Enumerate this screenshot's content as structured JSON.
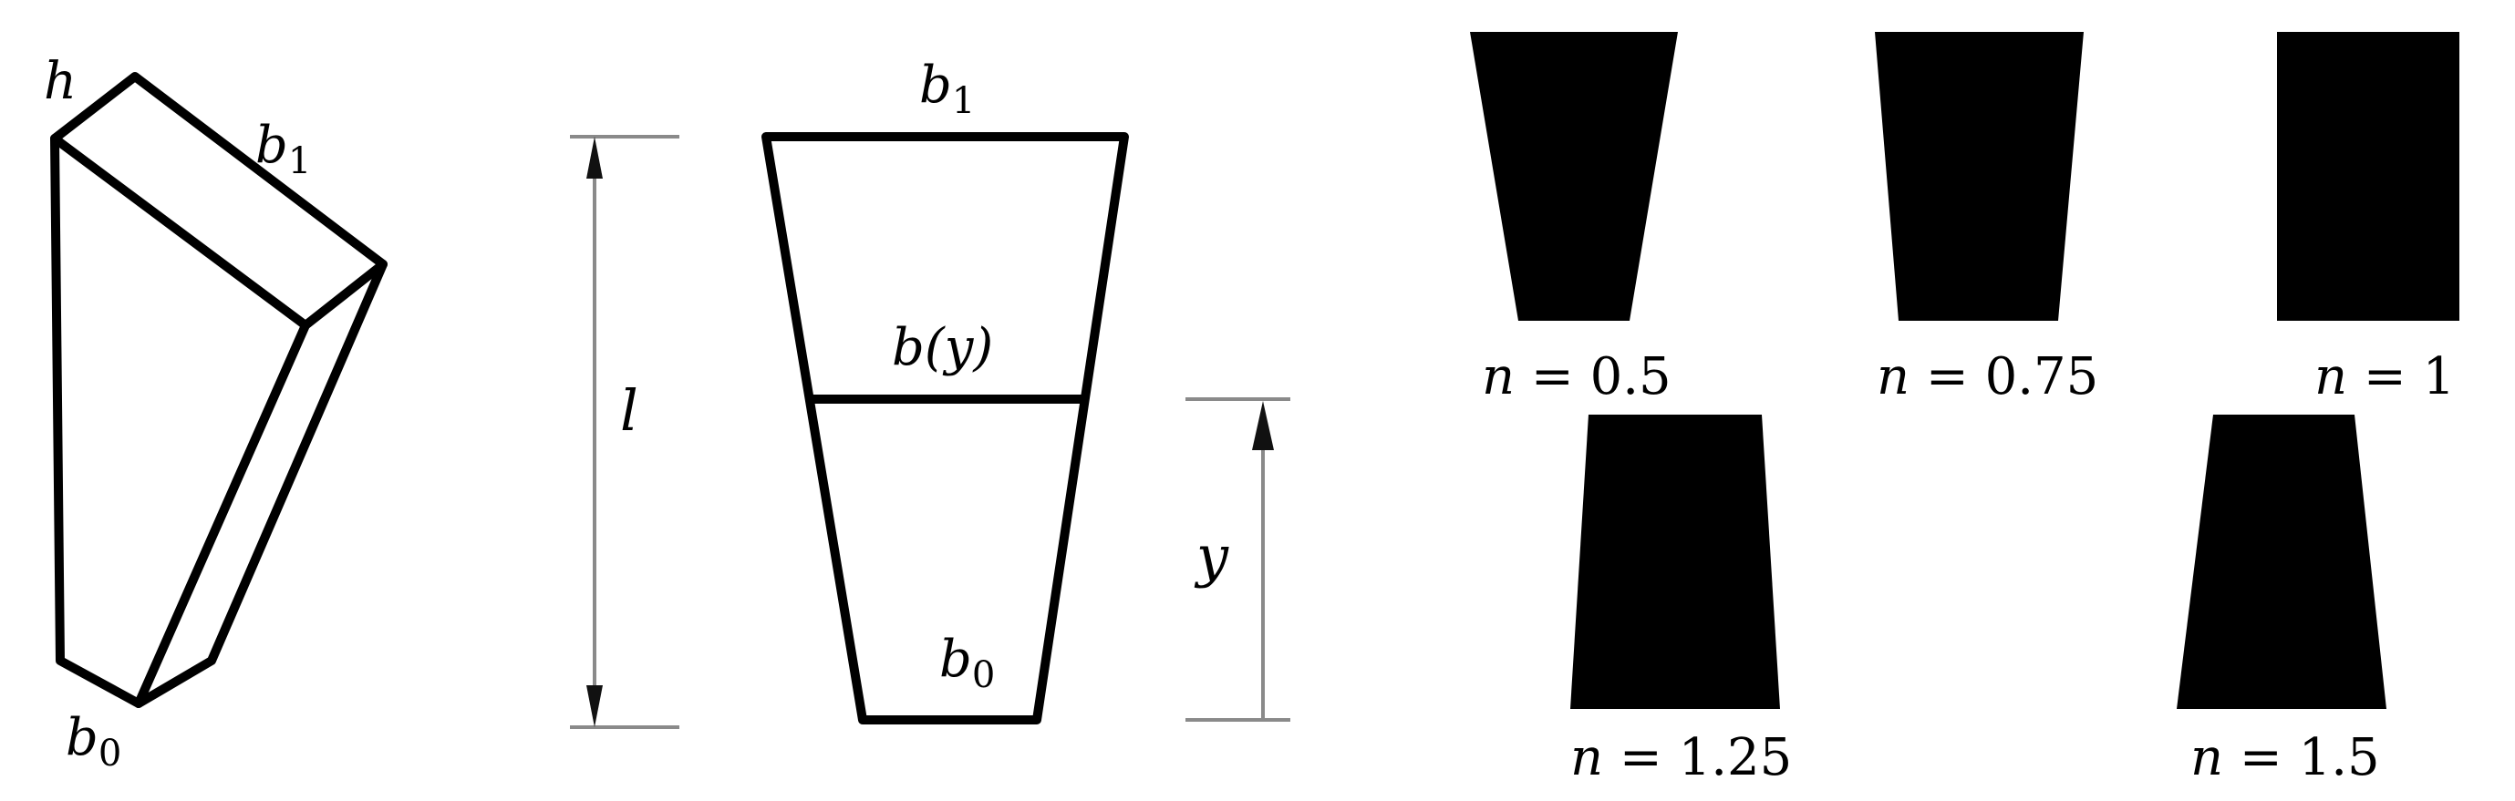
{
  "panel_3d": {
    "label_h": "h",
    "label_b1_base": "b",
    "label_b1_sub": "1",
    "label_b0_base": "b",
    "label_b0_sub": "0"
  },
  "panel_section": {
    "label_b1_base": "b",
    "label_b1_sub": "1",
    "label_by": "b(y)",
    "label_b0_base": "b",
    "label_b0_sub": "0",
    "label_l": "l",
    "label_y": "y"
  },
  "panel_shapes": {
    "variable": "n",
    "equals": " = ",
    "shapes": [
      {
        "n": "0.5"
      },
      {
        "n": "0.75"
      },
      {
        "n": "1"
      },
      {
        "n": "1.25"
      },
      {
        "n": "1.5"
      }
    ]
  }
}
